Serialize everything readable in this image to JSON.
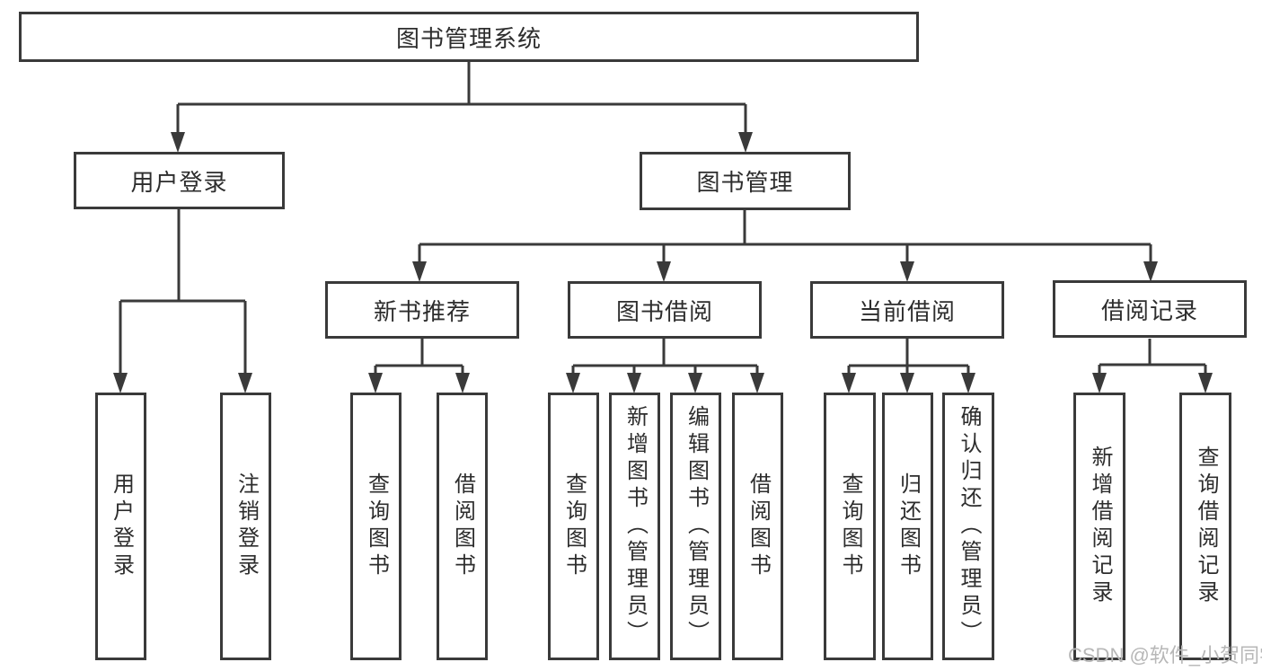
{
  "diagram": {
    "root_label": "图书管理系统",
    "watermark": "CSDN @软件_小贺同学",
    "colors": {
      "line": "#3a3a3a",
      "box_border": "#3a3a3a",
      "text": "#2d2d2d",
      "watermark": "#b7b7b7",
      "background": "#ffffff"
    },
    "level2": [
      {
        "label": "用户登录",
        "children": [
          "用户登录",
          "注销登录"
        ]
      },
      {
        "label": "图书管理",
        "children": [
          {
            "label": "新书推荐",
            "children": [
              "查询图书",
              "借阅图书"
            ]
          },
          {
            "label": "图书借阅",
            "children": [
              "查询图书",
              "新增图书（管理员）",
              "编辑图书（管理员）",
              "借阅图书"
            ]
          },
          {
            "label": "当前借阅",
            "children": [
              "查询图书",
              "归还图书",
              "确认归还（管理员）"
            ]
          },
          {
            "label": "借阅记录",
            "children": [
              "新增借阅记录",
              "查询借阅记录"
            ]
          }
        ]
      }
    ]
  }
}
